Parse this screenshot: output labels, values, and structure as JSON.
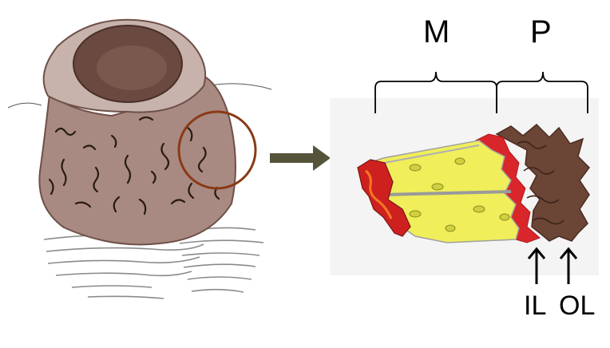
{
  "labels": {
    "M": "M",
    "P": "P",
    "IL": "IL",
    "OL": "OL"
  },
  "colors": {
    "background": "#ffffff",
    "object_fill": "#a88a82",
    "object_dark": "#5a4038",
    "highlight_circle": "#8a3a16",
    "arrow": "#55543a",
    "marrow_yellow": "#f0ee5a",
    "inner_layer_red": "#d8262a",
    "outer_layer_brown": "#6b4535",
    "text": "#000000"
  }
}
